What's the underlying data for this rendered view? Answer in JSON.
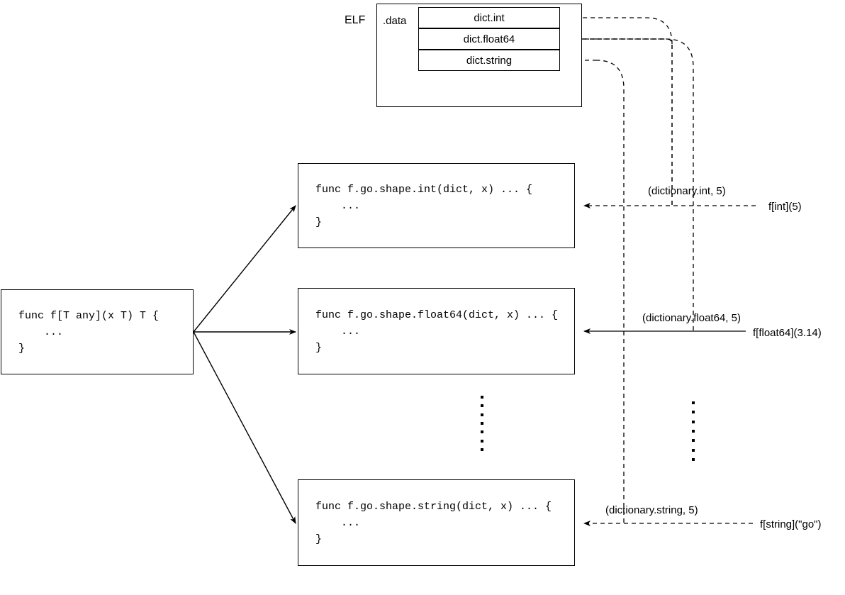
{
  "diagram": {
    "title": "Go generics dictionary / GC shape stenciling",
    "colors": {
      "stroke": "#000000",
      "background": "#ffffff",
      "text": "#000000"
    }
  },
  "elf": {
    "label": "ELF",
    "section_label": ".data",
    "symbols": [
      {
        "name": "dict.int"
      },
      {
        "name": "dict.float64"
      },
      {
        "name": "dict.string"
      }
    ]
  },
  "generic": {
    "lines": [
      "func f[T any](x T) T {",
      "    ...",
      "}"
    ]
  },
  "instances": [
    {
      "id": "int",
      "lines": [
        "func f.go.shape.int(dict, x) ... {",
        "    ...",
        "}"
      ],
      "dict_arg": "(dictionary.int, 5)",
      "call_site": "f[int](5)",
      "edge_style": "dashed"
    },
    {
      "id": "float64",
      "lines": [
        "func f.go.shape.float64(dict, x) ... {",
        "    ...",
        "}"
      ],
      "dict_arg": "(dictionary.float64, 5)",
      "call_site": "f[float64](3.14)",
      "edge_style": "solid"
    },
    {
      "id": "string",
      "lines": [
        "func f.go.shape.string(dict, x) ... {",
        "    ...",
        "}"
      ],
      "dict_arg": "(dictionary.string, 5)",
      "call_site": "f[string](\"go\")",
      "edge_style": "dashed"
    }
  ],
  "ellipsis": {
    "instances_column": "vertical-dots",
    "callsites_column": "vertical-dots",
    "dot_count": 7
  }
}
